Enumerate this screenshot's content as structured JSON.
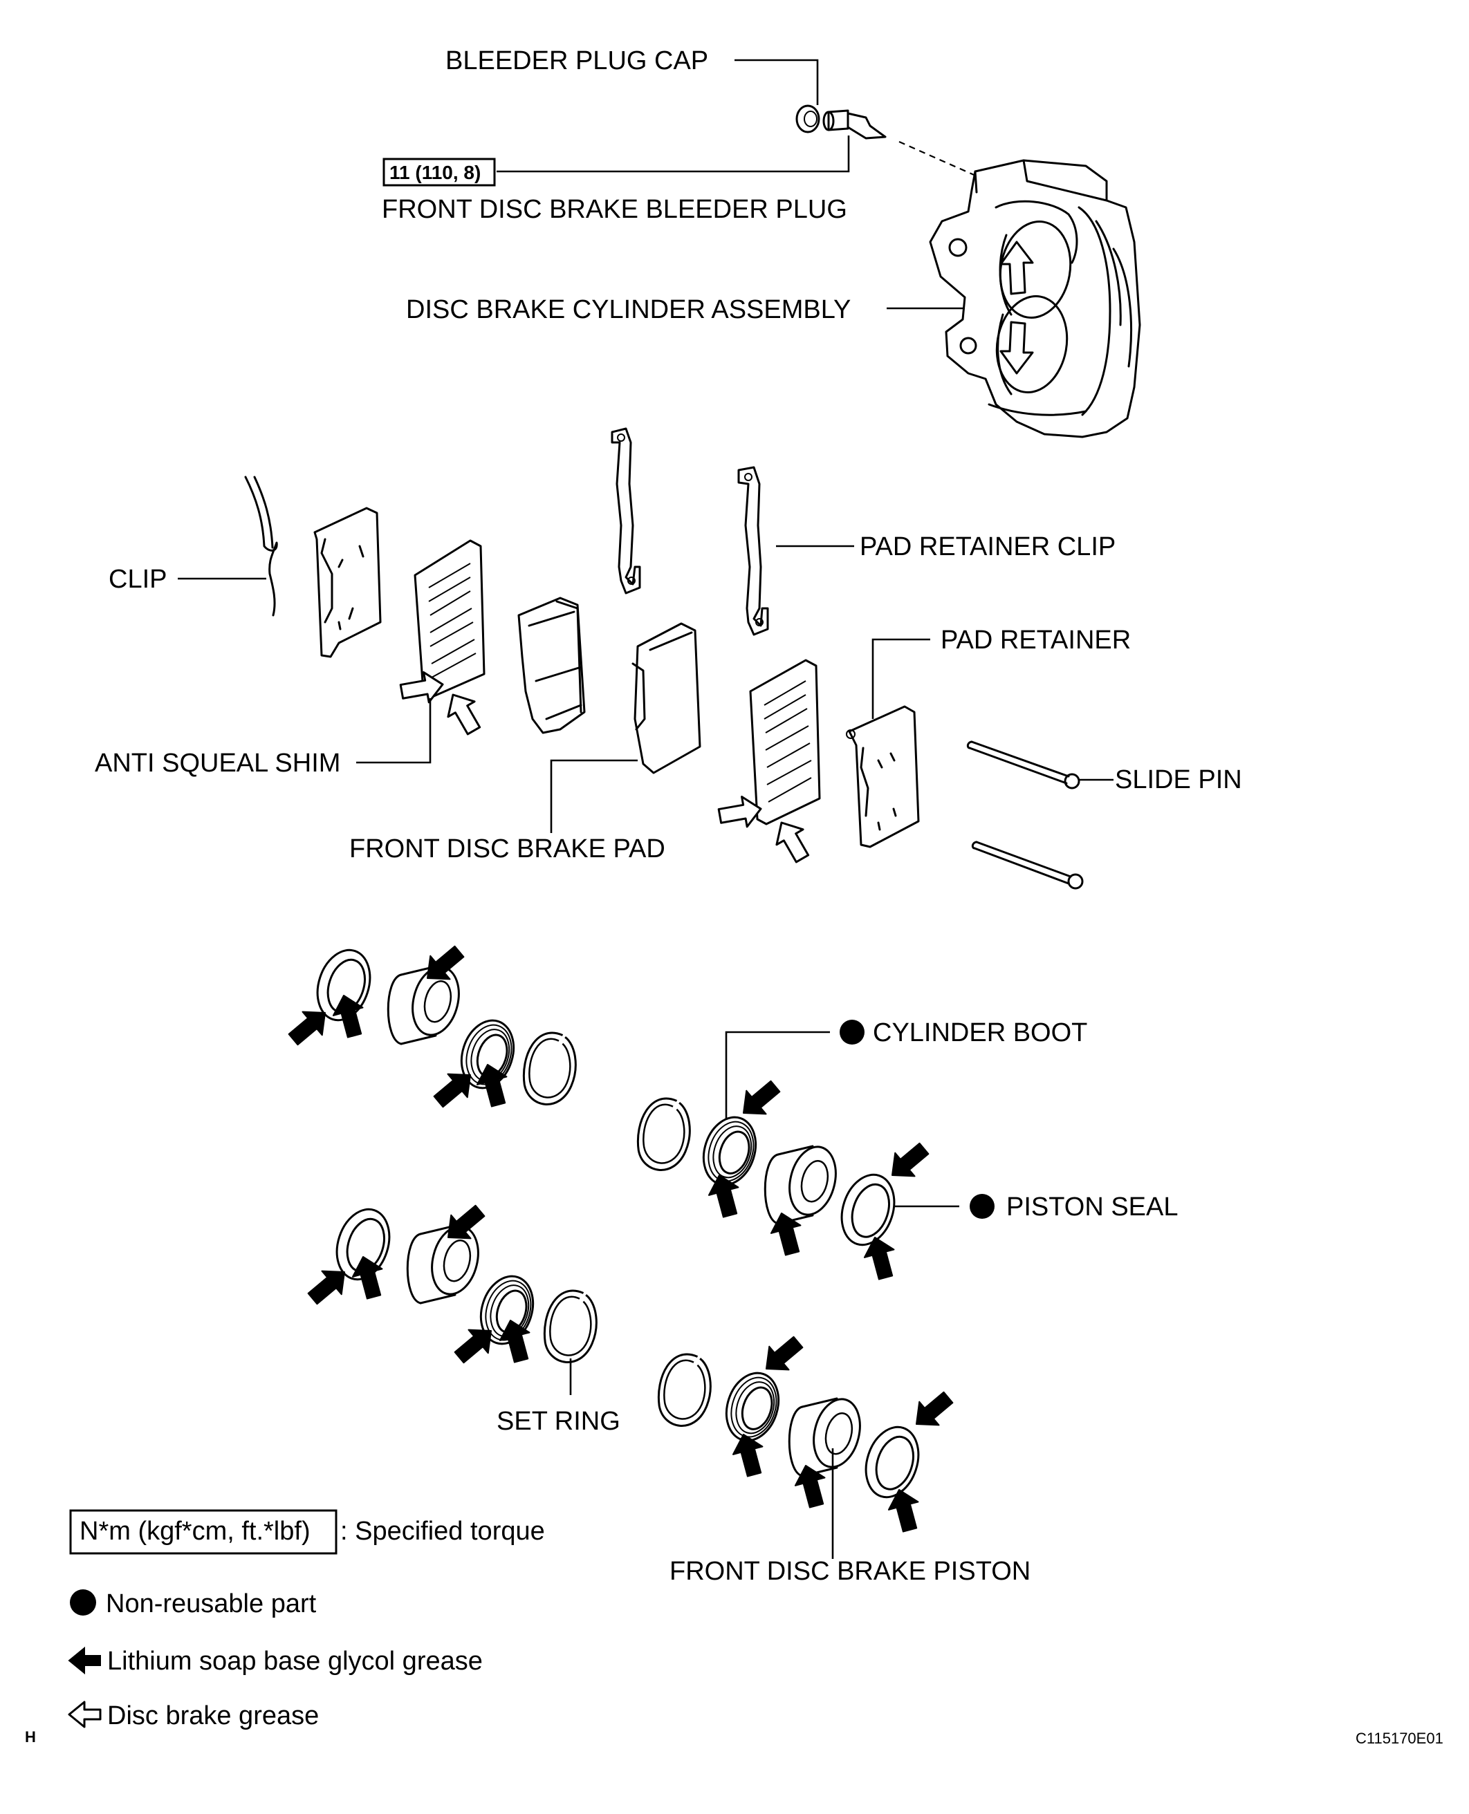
{
  "labels": {
    "bleeder_plug_cap": "BLEEDER PLUG CAP",
    "torque_value": "11 (110, 8)",
    "front_disc_brake_bleeder_plug": "FRONT DISC BRAKE BLEEDER PLUG",
    "disc_brake_cylinder_assembly": "DISC BRAKE CYLINDER ASSEMBLY",
    "pad_retainer_clip": "PAD RETAINER CLIP",
    "clip": "CLIP",
    "pad_retainer": "PAD RETAINER",
    "slide_pin": "SLIDE PIN",
    "anti_squeal_shim": "ANTI SQUEAL SHIM",
    "front_disc_brake_pad": "FRONT DISC BRAKE PAD",
    "cylinder_boot": "CYLINDER BOOT",
    "piston_seal": "PISTON SEAL",
    "set_ring": "SET RING",
    "front_disc_brake_piston": "FRONT DISC BRAKE PISTON"
  },
  "legend": {
    "torque_box": "N*m (kgf*cm, ft.*lbf)",
    "torque_desc": ": Specified torque",
    "non_reusable": "Non-reusable part",
    "lithium_grease": "Lithium soap base glycol grease",
    "disc_brake_grease": "Disc brake grease"
  },
  "corner": {
    "left": "H",
    "right": "C115170E01"
  },
  "icons": {
    "non_reusable": "filled-circle-icon",
    "lithium_grease": "filled-arrow-icon",
    "disc_brake_grease": "hollow-arrow-icon"
  }
}
